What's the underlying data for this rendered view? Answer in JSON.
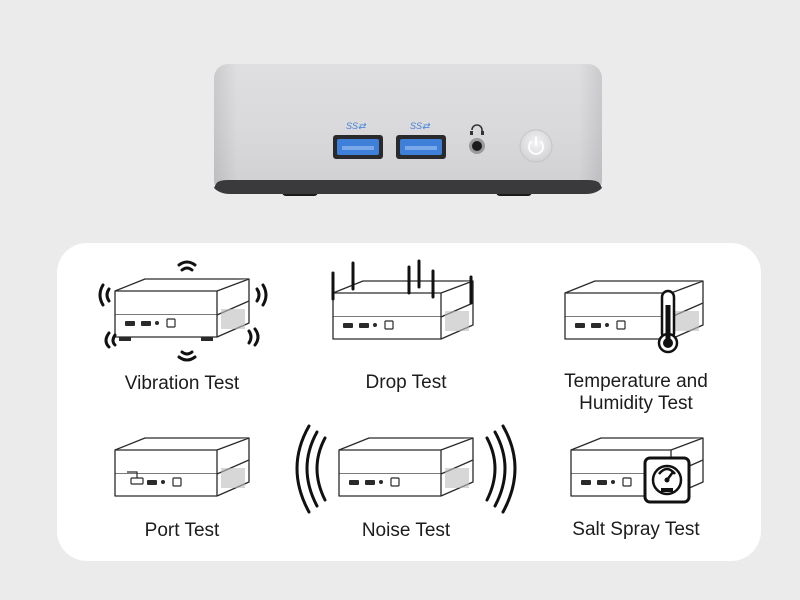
{
  "tests": {
    "vibration": "Vibration Test",
    "drop": "Drop Test",
    "temperature_line1": "Temperature and",
    "temperature_line2": "Humidity Test",
    "port": "Port Test",
    "noise": "Noise Test",
    "salt_spray": "Salt Spray Test"
  },
  "colors": {
    "background": "#ebebeb",
    "panel": "#ffffff",
    "usb_blue": "#3e7fd9",
    "text": "#1c1c1c"
  },
  "icons": [
    "usb3-port-icon",
    "audio-jack-icon",
    "power-button-icon",
    "thermometer-icon",
    "gauge-icon"
  ]
}
